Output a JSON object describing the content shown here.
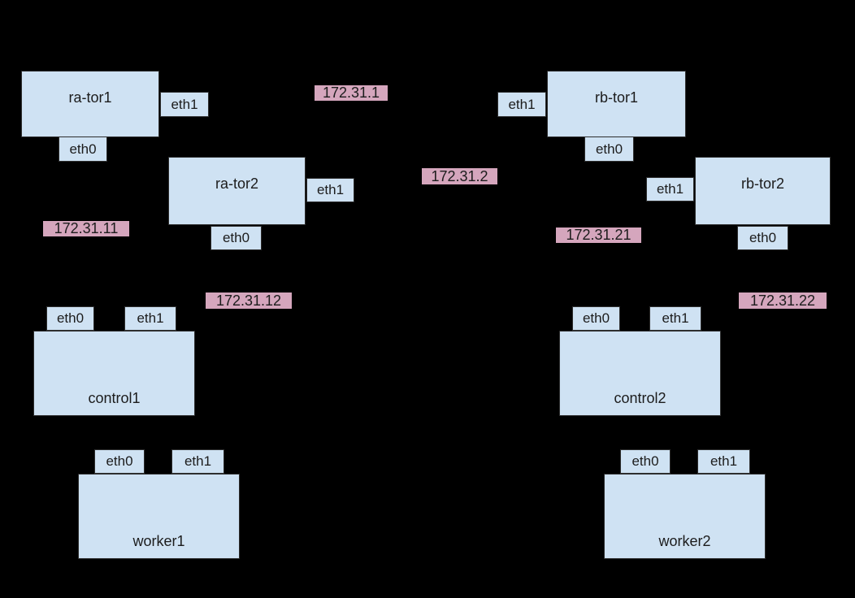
{
  "colors": {
    "background": "#000000",
    "node_fill": "#cfe2f3",
    "node_border": "#2e2e2e",
    "ip_fill": "#d5a6bd",
    "text": "#1c1c1c"
  },
  "nodes": {
    "ra_tor1": {
      "label": "ra-tor1",
      "eth0": "eth0",
      "eth1": "eth1"
    },
    "ra_tor2": {
      "label": "ra-tor2",
      "eth0": "eth0",
      "eth1": "eth1"
    },
    "rb_tor1": {
      "label": "rb-tor1",
      "eth0": "eth0",
      "eth1": "eth1"
    },
    "rb_tor2": {
      "label": "rb-tor2",
      "eth0": "eth0",
      "eth1": "eth1"
    },
    "control1": {
      "label": "control1",
      "eth0": "eth0",
      "eth1": "eth1"
    },
    "control2": {
      "label": "control2",
      "eth0": "eth0",
      "eth1": "eth1"
    },
    "worker1": {
      "label": "worker1",
      "eth0": "eth0",
      "eth1": "eth1"
    },
    "worker2": {
      "label": "worker2",
      "eth0": "eth0",
      "eth1": "eth1"
    }
  },
  "ip_labels": {
    "net1": "172.31.1",
    "net2": "172.31.2",
    "net11": "172.31.11",
    "net12": "172.31.12",
    "net21": "172.31.21",
    "net22": "172.31.22"
  }
}
